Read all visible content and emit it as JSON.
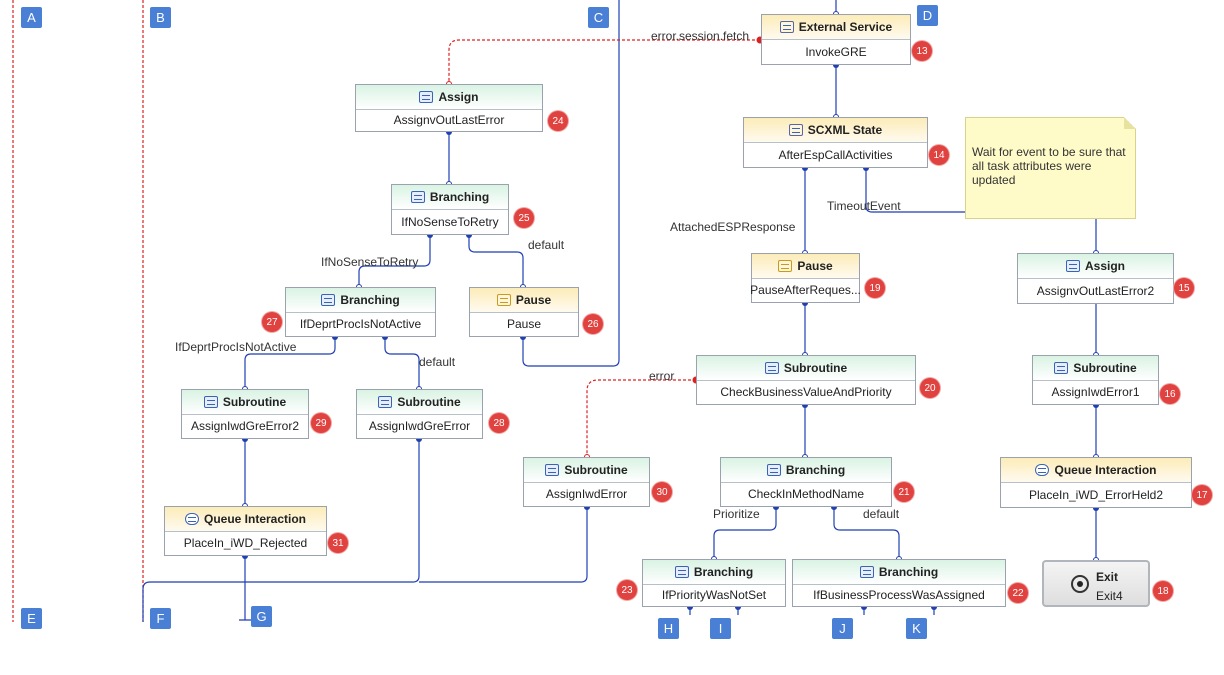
{
  "lanes": [
    "A",
    "B",
    "C",
    "D",
    "E",
    "F",
    "G",
    "H",
    "I",
    "J",
    "K"
  ],
  "nodes": [
    {
      "id": "n13",
      "type": "External Service",
      "name": "InvokeGRE",
      "num": "13",
      "style": "y",
      "icon": "external-service-icon"
    },
    {
      "id": "n24",
      "type": "Assign",
      "name": "AssignvOutLastError",
      "num": "24",
      "style": "g",
      "icon": "assign-icon"
    },
    {
      "id": "n14",
      "type": "SCXML State",
      "name": "AfterEspCallActivities",
      "num": "14",
      "style": "y",
      "icon": "scxml-state-icon"
    },
    {
      "id": "n25",
      "type": "Branching",
      "name": "IfNoSenseToRetry",
      "num": "25",
      "style": "g",
      "icon": "branching-icon"
    },
    {
      "id": "n19",
      "type": "Pause",
      "name": "PauseAfterReques...",
      "num": "19",
      "style": "y",
      "icon": "pause-icon"
    },
    {
      "id": "n15",
      "type": "Assign",
      "name": "AssignvOutLastError2",
      "num": "15",
      "style": "g",
      "icon": "assign-icon"
    },
    {
      "id": "n27",
      "type": "Branching",
      "name": "IfDeprtProcIsNotActive",
      "num": "27",
      "style": "g",
      "icon": "branching-icon"
    },
    {
      "id": "n26",
      "type": "Pause",
      "name": "Pause",
      "num": "26",
      "style": "y",
      "icon": "pause-icon"
    },
    {
      "id": "n20",
      "type": "Subroutine",
      "name": "CheckBusinessValueAndPriority",
      "num": "20",
      "style": "g",
      "icon": "subroutine-icon"
    },
    {
      "id": "n16",
      "type": "Subroutine",
      "name": "AssignIwdError1",
      "num": "16",
      "style": "g",
      "icon": "subroutine-icon"
    },
    {
      "id": "n29",
      "type": "Subroutine",
      "name": "AssignIwdGreError2",
      "num": "29",
      "style": "g",
      "icon": "subroutine-icon"
    },
    {
      "id": "n28",
      "type": "Subroutine",
      "name": "AssignIwdGreError",
      "num": "28",
      "style": "g",
      "icon": "subroutine-icon"
    },
    {
      "id": "n30",
      "type": "Subroutine",
      "name": "AssignIwdError",
      "num": "30",
      "style": "g",
      "icon": "subroutine-icon"
    },
    {
      "id": "n21",
      "type": "Branching",
      "name": "CheckInMethodName",
      "num": "21",
      "style": "g",
      "icon": "branching-icon"
    },
    {
      "id": "n17",
      "type": "Queue Interaction",
      "name": "PlaceIn_iWD_ErrorHeld2",
      "num": "17",
      "style": "y",
      "icon": "queue-interaction-icon"
    },
    {
      "id": "n31",
      "type": "Queue Interaction",
      "name": "PlaceIn_iWD_Rejected",
      "num": "31",
      "style": "y",
      "icon": "queue-interaction-icon"
    },
    {
      "id": "n23",
      "type": "Branching",
      "name": "IfPriorityWasNotSet",
      "num": "23",
      "style": "g",
      "icon": "branching-icon"
    },
    {
      "id": "n22",
      "type": "Branching",
      "name": "IfBusinessProcessWasAssigned",
      "num": "22",
      "style": "g",
      "icon": "branching-icon"
    }
  ],
  "exit": {
    "type": "Exit",
    "name": "Exit4",
    "num": "18"
  },
  "note": {
    "text": "Wait for event to be sure that all task attributes were updated"
  },
  "edge_labels": [
    "error.session.fetch",
    "AttachedESPResponse",
    "TimeoutEvent",
    "IfNoSenseToRetry",
    "default",
    "IfDeprtProcIsNotActive",
    "default",
    "error",
    "Prioritize",
    "default"
  ],
  "colors": {
    "wire": "#1f3fb4",
    "error_wire": "#e02020",
    "lane_marker": "#4a7fd6",
    "badge": "#e0423f",
    "header_green": "#d9f3e3",
    "header_yellow": "#fcecb8",
    "note": "#fffbc8"
  }
}
